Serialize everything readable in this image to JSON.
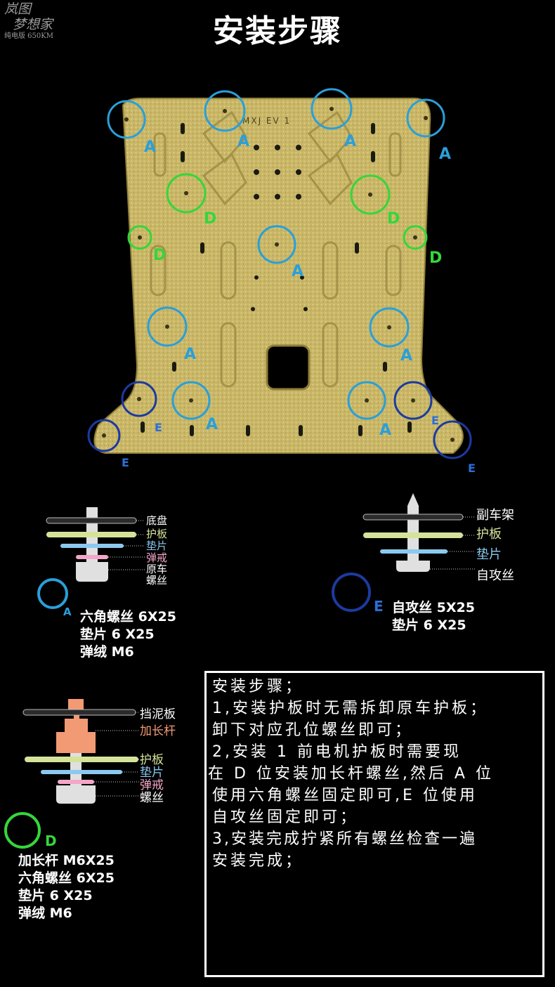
{
  "watermark": {
    "line1": "岚图",
    "line2": "梦想家",
    "line3": "纯电版 650KM"
  },
  "title": "安装步骤",
  "plate": {
    "stamp": "MXJ  EV  1",
    "markers": {
      "A": "A",
      "D": "D",
      "E": "E"
    }
  },
  "colors": {
    "A": "#2a9fd9",
    "D": "#35d63b",
    "E": "#1c3aa0",
    "plate": "#c9b767"
  },
  "diagram_a": {
    "labels": [
      "底盘",
      "护板",
      "垫片",
      "弹戒",
      "原车",
      "螺丝"
    ],
    "marker": "A",
    "spec": [
      "六角螺丝 6X25",
      "垫片 6 X25",
      "弹绒 M6"
    ]
  },
  "diagram_e": {
    "labels": [
      "副车架",
      "护板",
      "垫片",
      "自攻丝"
    ],
    "marker": "E",
    "spec": [
      "自攻丝 5X25",
      "垫片 6 X25"
    ]
  },
  "diagram_d": {
    "labels": [
      "挡泥板",
      "加长杆",
      "护板",
      "垫片",
      "弹戒",
      "螺丝"
    ],
    "marker": "D",
    "spec": [
      "加长杆 M6X25",
      "六角螺丝 6X25",
      "垫片 6 X25",
      "弹绒 M6"
    ]
  },
  "instructions": [
    " 安装步骤；",
    "1,安装护板时无需拆卸原车护板；",
    "卸下对应孔位螺丝即可；",
    " 2,安装  1  前电机护板时需要现",
    "在 D 位安装加长杆螺丝,然后 A 位",
    "使用六角螺丝固定即可,E 位使用",
    "自攻丝固定即可；",
    "3,安装完成拧紧所有螺丝检查一遍",
    "安装完成；"
  ]
}
